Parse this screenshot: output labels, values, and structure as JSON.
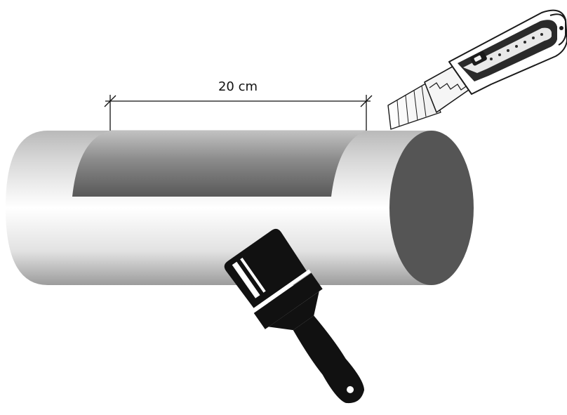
{
  "diagram": {
    "dimension_label": "20 cm",
    "objects": [
      "pipe",
      "cut-away-strip",
      "utility-knife",
      "paint-brush"
    ],
    "colors": {
      "pipe_light": "#ffffff",
      "pipe_mid": "#d4d4d4",
      "pipe_dark": "#9a9a9a",
      "end_face": "#555555",
      "cut_strip_dark": "#5a5a5a",
      "cut_strip_light": "#bcbcbc",
      "brush": "#111111",
      "knife_outline": "#1a1a1a"
    }
  }
}
